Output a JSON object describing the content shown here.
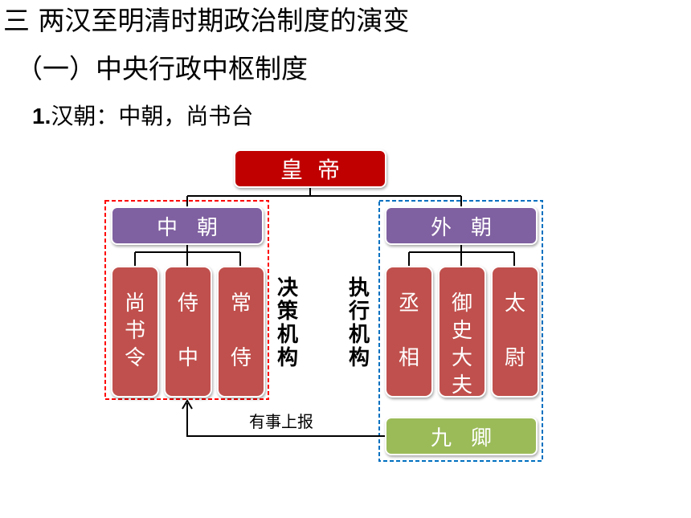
{
  "heading": {
    "section": "三  两汉至明清时期政治制度的演变",
    "subsection": "（一）中央行政中枢制度",
    "point_number": "1.",
    "point_text": "汉朝：中朝，尚书台"
  },
  "diagram": {
    "emperor": "皇帝",
    "inner_court": {
      "label": "中朝",
      "members": [
        "尚书令",
        "侍中",
        "常侍"
      ],
      "role": "决策机构"
    },
    "outer_court": {
      "label": "外朝",
      "members": [
        "丞相",
        "御史大夫",
        "太尉"
      ],
      "role": "执行机构"
    },
    "nine_ministers": "九卿",
    "report_label": "有事上报"
  },
  "colors": {
    "emperor": "#c00000",
    "court": "#7f60a0",
    "member": "#c0504d",
    "nine_ministers": "#9bbb59",
    "inner_group_border": "#ff0000",
    "outer_group_border": "#0070c0"
  }
}
